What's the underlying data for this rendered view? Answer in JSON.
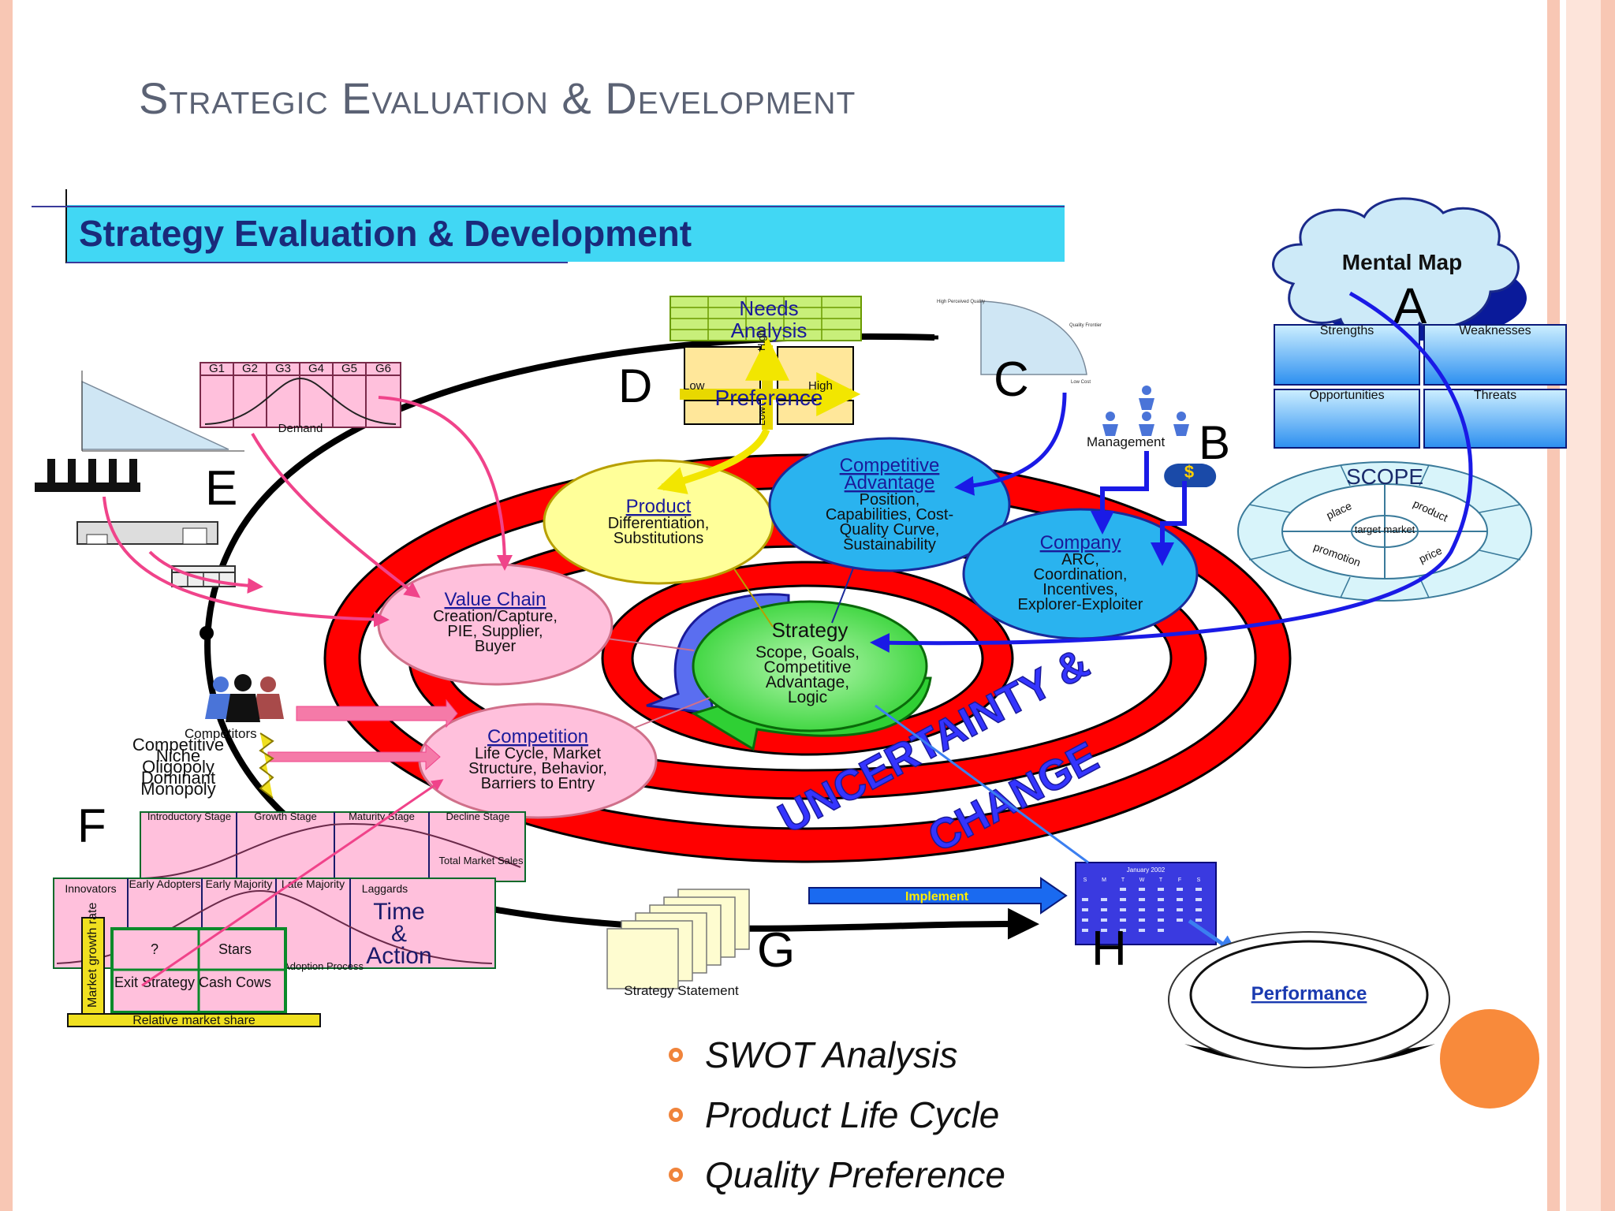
{
  "slide_title": "Strategic Evaluation & Development",
  "banner_title": "Strategy Evaluation & Development",
  "mental_map": {
    "label": "Mental Map",
    "letter": "A"
  },
  "swot": {
    "strengths": "Strengths",
    "weaknesses": "Weaknesses",
    "opportunities": "Opportunities",
    "threats": "Threats"
  },
  "scope": {
    "title": "SCOPE",
    "place": "place",
    "product": "product",
    "target_market": "target market",
    "promotion": "promotion",
    "price": "price"
  },
  "management": {
    "label": "Management",
    "letter": "B"
  },
  "quality_curve": {
    "letter": "C",
    "high_perceived_quality": "High Perceived Quality",
    "frontier": "Quality Frontier",
    "low_cost": "Low Cost"
  },
  "needs_analysis": {
    "title_line1": "Needs",
    "title_line2": "Analysis",
    "letter": "D",
    "low": "Low",
    "high": "High",
    "high_vertical": "High",
    "low_vertical": "Low",
    "preference": "Preference"
  },
  "demand": {
    "groups": [
      "G1",
      "G2",
      "G3",
      "G4",
      "G5",
      "G6"
    ],
    "label": "Demand"
  },
  "industry_letter": "E",
  "bubbles": {
    "product": {
      "title": "Product",
      "lines": [
        "Differentiation,",
        "Substitutions"
      ]
    },
    "competitive_advantage": {
      "title_line1": "Competitive",
      "title_line2": "Advantage",
      "lines": [
        "Position,",
        "Capabilities, Cost-",
        "Quality Curve,",
        "Sustainability"
      ]
    },
    "company": {
      "title": "Company",
      "lines": [
        "ARC,",
        "Coordination,",
        "Incentives,",
        "Explorer-Exploiter"
      ]
    },
    "value_chain": {
      "title": "Value Chain",
      "lines": [
        "Creation/Capture,",
        "PIE, Supplier,",
        "Buyer"
      ]
    },
    "strategy": {
      "title": "Strategy",
      "lines": [
        "Scope, Goals,",
        "Competitive",
        "Advantage,",
        "Logic"
      ]
    },
    "competition": {
      "title": "Competition",
      "lines": [
        "Life Cycle, Market",
        "Structure, Behavior,",
        "Barriers to Entry"
      ]
    }
  },
  "uncertainty_line1": "UNCERTAINTY &",
  "uncertainty_line2": "CHANGE",
  "competitors": {
    "label": "Competitors",
    "types": [
      "Competitive",
      "Niche",
      "Oligopoly",
      "Dominant",
      "Monopoly"
    ]
  },
  "plc": {
    "letter": "F",
    "stages": [
      "Introductory Stage",
      "Growth Stage",
      "Maturity Stage",
      "Decline Stage"
    ],
    "total_market_sales": "Total Market Sales"
  },
  "adoption": {
    "groups": [
      "Innovators",
      "Early Adopters",
      "Early Majority",
      "Late Majority",
      "Laggards"
    ],
    "time_action_line1": "Time",
    "time_action_line2": "&",
    "time_action_line3": "Action",
    "process_label": "Adoption Process"
  },
  "bcg": {
    "q1": "?",
    "q2": "Stars",
    "q3": "Exit Strategy",
    "q4": "Cash Cows",
    "y_axis": "Market growth rate",
    "x_axis": "Relative market share"
  },
  "strategy_statement": {
    "label": "Strategy Statement",
    "letter": "G"
  },
  "implement": {
    "label": "Implement",
    "letter": "H"
  },
  "calendar": {
    "month": "January 2002",
    "days": [
      "S",
      "M",
      "T",
      "W",
      "T",
      "F",
      "S"
    ]
  },
  "performance": "Performance",
  "bullets": [
    "SWOT Analysis",
    "Product Life Cycle",
    "Quality Preference"
  ],
  "colors": {
    "accent_orange": "#f0843c",
    "ring_red": "#ff0000",
    "uncertainty_blue": "#3434ff",
    "banner_cyan": "#41d7f4",
    "title_grey": "#5b6274"
  }
}
